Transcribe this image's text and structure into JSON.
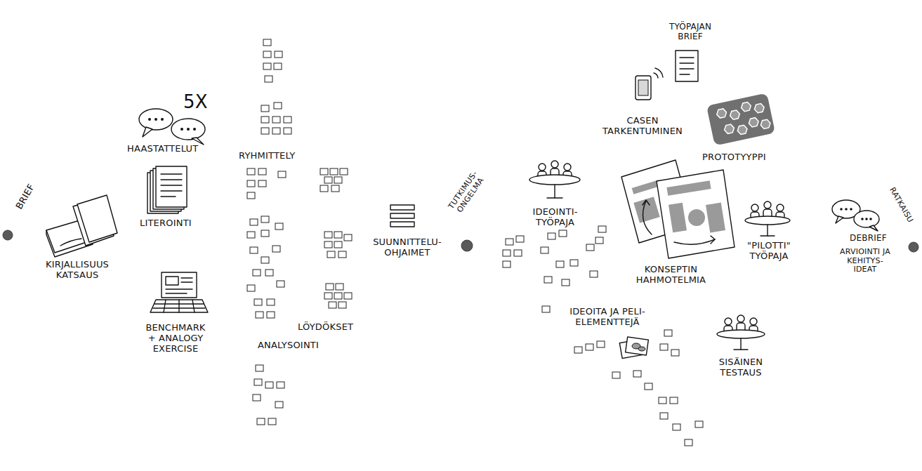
{
  "diagram": {
    "nodes": [
      {
        "text": [
          "5X",
          "HAASTATTELUT",
          "RYHMITTELY",
          "LITEROINTI",
          "SUUNNITTELU- OHJAIMET",
          "KIRJALLISUUS KATSAUS",
          "LÖYDÖKSET",
          "BENCHMARK + ANALOGY EXERCISE",
          "ANALYSOINTI"
        ]
      },
      {
        "text": [
          "TYÖPAJAN BRIEF",
          "CASEN TARKENTUMINEN",
          "PROTOTYYPPI",
          "IDEOINTI- TYÖPAJA",
          "\"PILOTTI\" TYÖPAJA",
          "DEBRIEF",
          "KONSEPTIN HAHMOTELMIA",
          "ARVIOINTI JA KEHITYS- IDEAT",
          "IDEOITA JA PELI-ELEMENTTEJÄ",
          "SISÄINEN TESTAUS"
        ]
      }
    ],
    "edges": [],
    "labels": [
      "BRIEF",
      "TUTKIMUS- ONGELMA",
      "RATKAISU"
    ]
  }
}
